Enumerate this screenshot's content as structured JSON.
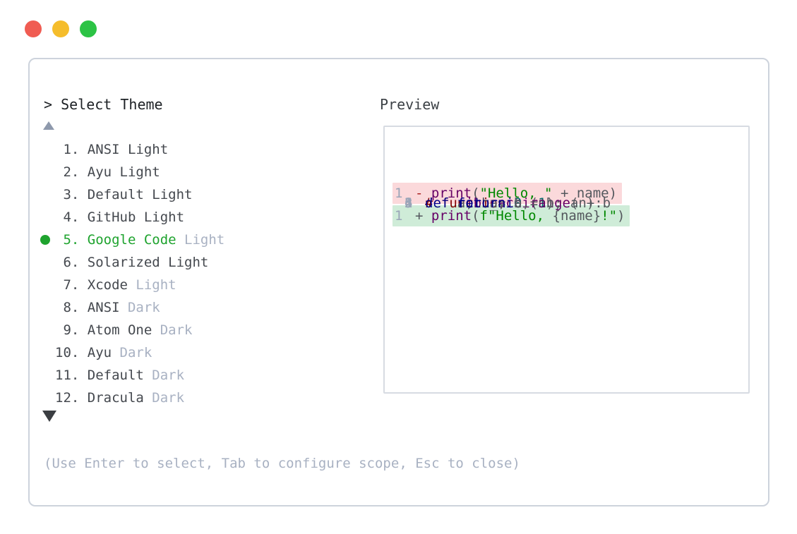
{
  "window": {
    "controls": [
      {
        "name": "close",
        "color": "#f05c52"
      },
      {
        "name": "minimize",
        "color": "#f5bd2c"
      },
      {
        "name": "zoom",
        "color": "#2cc345"
      }
    ]
  },
  "picker": {
    "title": "> Select Theme",
    "scroll_up_indicator": "up-triangle",
    "scroll_down_indicator": "down-triangle",
    "items": [
      {
        "num": " 1.",
        "name": "ANSI Light",
        "suffix": "",
        "selected": false
      },
      {
        "num": " 2.",
        "name": "Ayu Light",
        "suffix": "",
        "selected": false
      },
      {
        "num": " 3.",
        "name": "Default Light",
        "suffix": "",
        "selected": false
      },
      {
        "num": " 4.",
        "name": "GitHub Light",
        "suffix": "",
        "selected": false
      },
      {
        "num": " 5.",
        "name": "Google Code",
        "suffix": "Light",
        "selected": true
      },
      {
        "num": " 6.",
        "name": "Solarized Light",
        "suffix": "",
        "selected": false
      },
      {
        "num": " 7.",
        "name": "Xcode",
        "suffix": "Light",
        "selected": false
      },
      {
        "num": " 8.",
        "name": "ANSI",
        "suffix": "Dark",
        "selected": false
      },
      {
        "num": " 9.",
        "name": "Atom One",
        "suffix": "Dark",
        "selected": false
      },
      {
        "num": "10.",
        "name": "Ayu",
        "suffix": "Dark",
        "selected": false
      },
      {
        "num": "11.",
        "name": "Default",
        "suffix": "Dark",
        "selected": false
      },
      {
        "num": "12.",
        "name": "Dracula",
        "suffix": "Dark",
        "selected": false
      }
    ],
    "hint": "(Use Enter to select, Tab to configure scope, Esc to close)"
  },
  "preview": {
    "label": "Preview",
    "lines": [
      {
        "kind": "code",
        "num": "1",
        "tokens": [
          {
            "c": "comment",
            "t": "# function"
          }
        ]
      },
      {
        "kind": "code",
        "num": "2",
        "tokens": [
          {
            "c": "keyword",
            "t": "def"
          },
          {
            "c": "plain",
            "t": " "
          },
          {
            "c": "name",
            "t": "fibonacci"
          },
          {
            "c": "plain",
            "t": "(n):"
          }
        ]
      },
      {
        "kind": "code",
        "num": "3",
        "tokens": [
          {
            "c": "plain",
            "t": "    a, b = "
          },
          {
            "c": "number",
            "t": "0"
          },
          {
            "c": "plain",
            "t": ", "
          },
          {
            "c": "number",
            "t": "1"
          }
        ]
      },
      {
        "kind": "code",
        "num": "4",
        "tokens": [
          {
            "c": "plain",
            "t": "    "
          },
          {
            "c": "keyword",
            "t": "for"
          },
          {
            "c": "plain",
            "t": " _ "
          },
          {
            "c": "keyword",
            "t": "in"
          },
          {
            "c": "plain",
            "t": " "
          },
          {
            "c": "name",
            "t": "range"
          },
          {
            "c": "plain",
            "t": "(n):"
          }
        ]
      },
      {
        "kind": "code",
        "num": "5",
        "tokens": [
          {
            "c": "plain",
            "t": "        a, b = b, a + b"
          }
        ]
      },
      {
        "kind": "code",
        "num": "6",
        "tokens": [
          {
            "c": "plain",
            "t": "    "
          },
          {
            "c": "keyword",
            "t": "return"
          },
          {
            "c": "plain",
            "t": " a"
          }
        ]
      },
      {
        "kind": "blank",
        "num": "",
        "tokens": []
      },
      {
        "kind": "removed",
        "num": "1",
        "tokens": [
          {
            "c": "minus",
            "t": "- "
          },
          {
            "c": "name",
            "t": "print"
          },
          {
            "c": "plain",
            "t": "("
          },
          {
            "c": "string",
            "t": "\"Hello, \""
          },
          {
            "c": "plain",
            "t": " + name)"
          }
        ]
      },
      {
        "kind": "added",
        "num": "1",
        "tokens": [
          {
            "c": "plain",
            "t": "+ "
          },
          {
            "c": "name",
            "t": "print"
          },
          {
            "c": "plain",
            "t": "("
          },
          {
            "c": "string",
            "t": "f\"Hello, "
          },
          {
            "c": "plain",
            "t": "{name}"
          },
          {
            "c": "string",
            "t": "!\""
          },
          {
            "c": "plain",
            "t": ")"
          }
        ]
      }
    ]
  },
  "colors": {
    "selected_green": "#1ea32e",
    "muted": "#a8b1c2",
    "comment": "#800000",
    "keyword": "#000088",
    "function_name": "#660066",
    "number": "#006666",
    "string": "#008800",
    "removed_bg": "#fbd9db",
    "added_bg": "#cfecd8"
  }
}
